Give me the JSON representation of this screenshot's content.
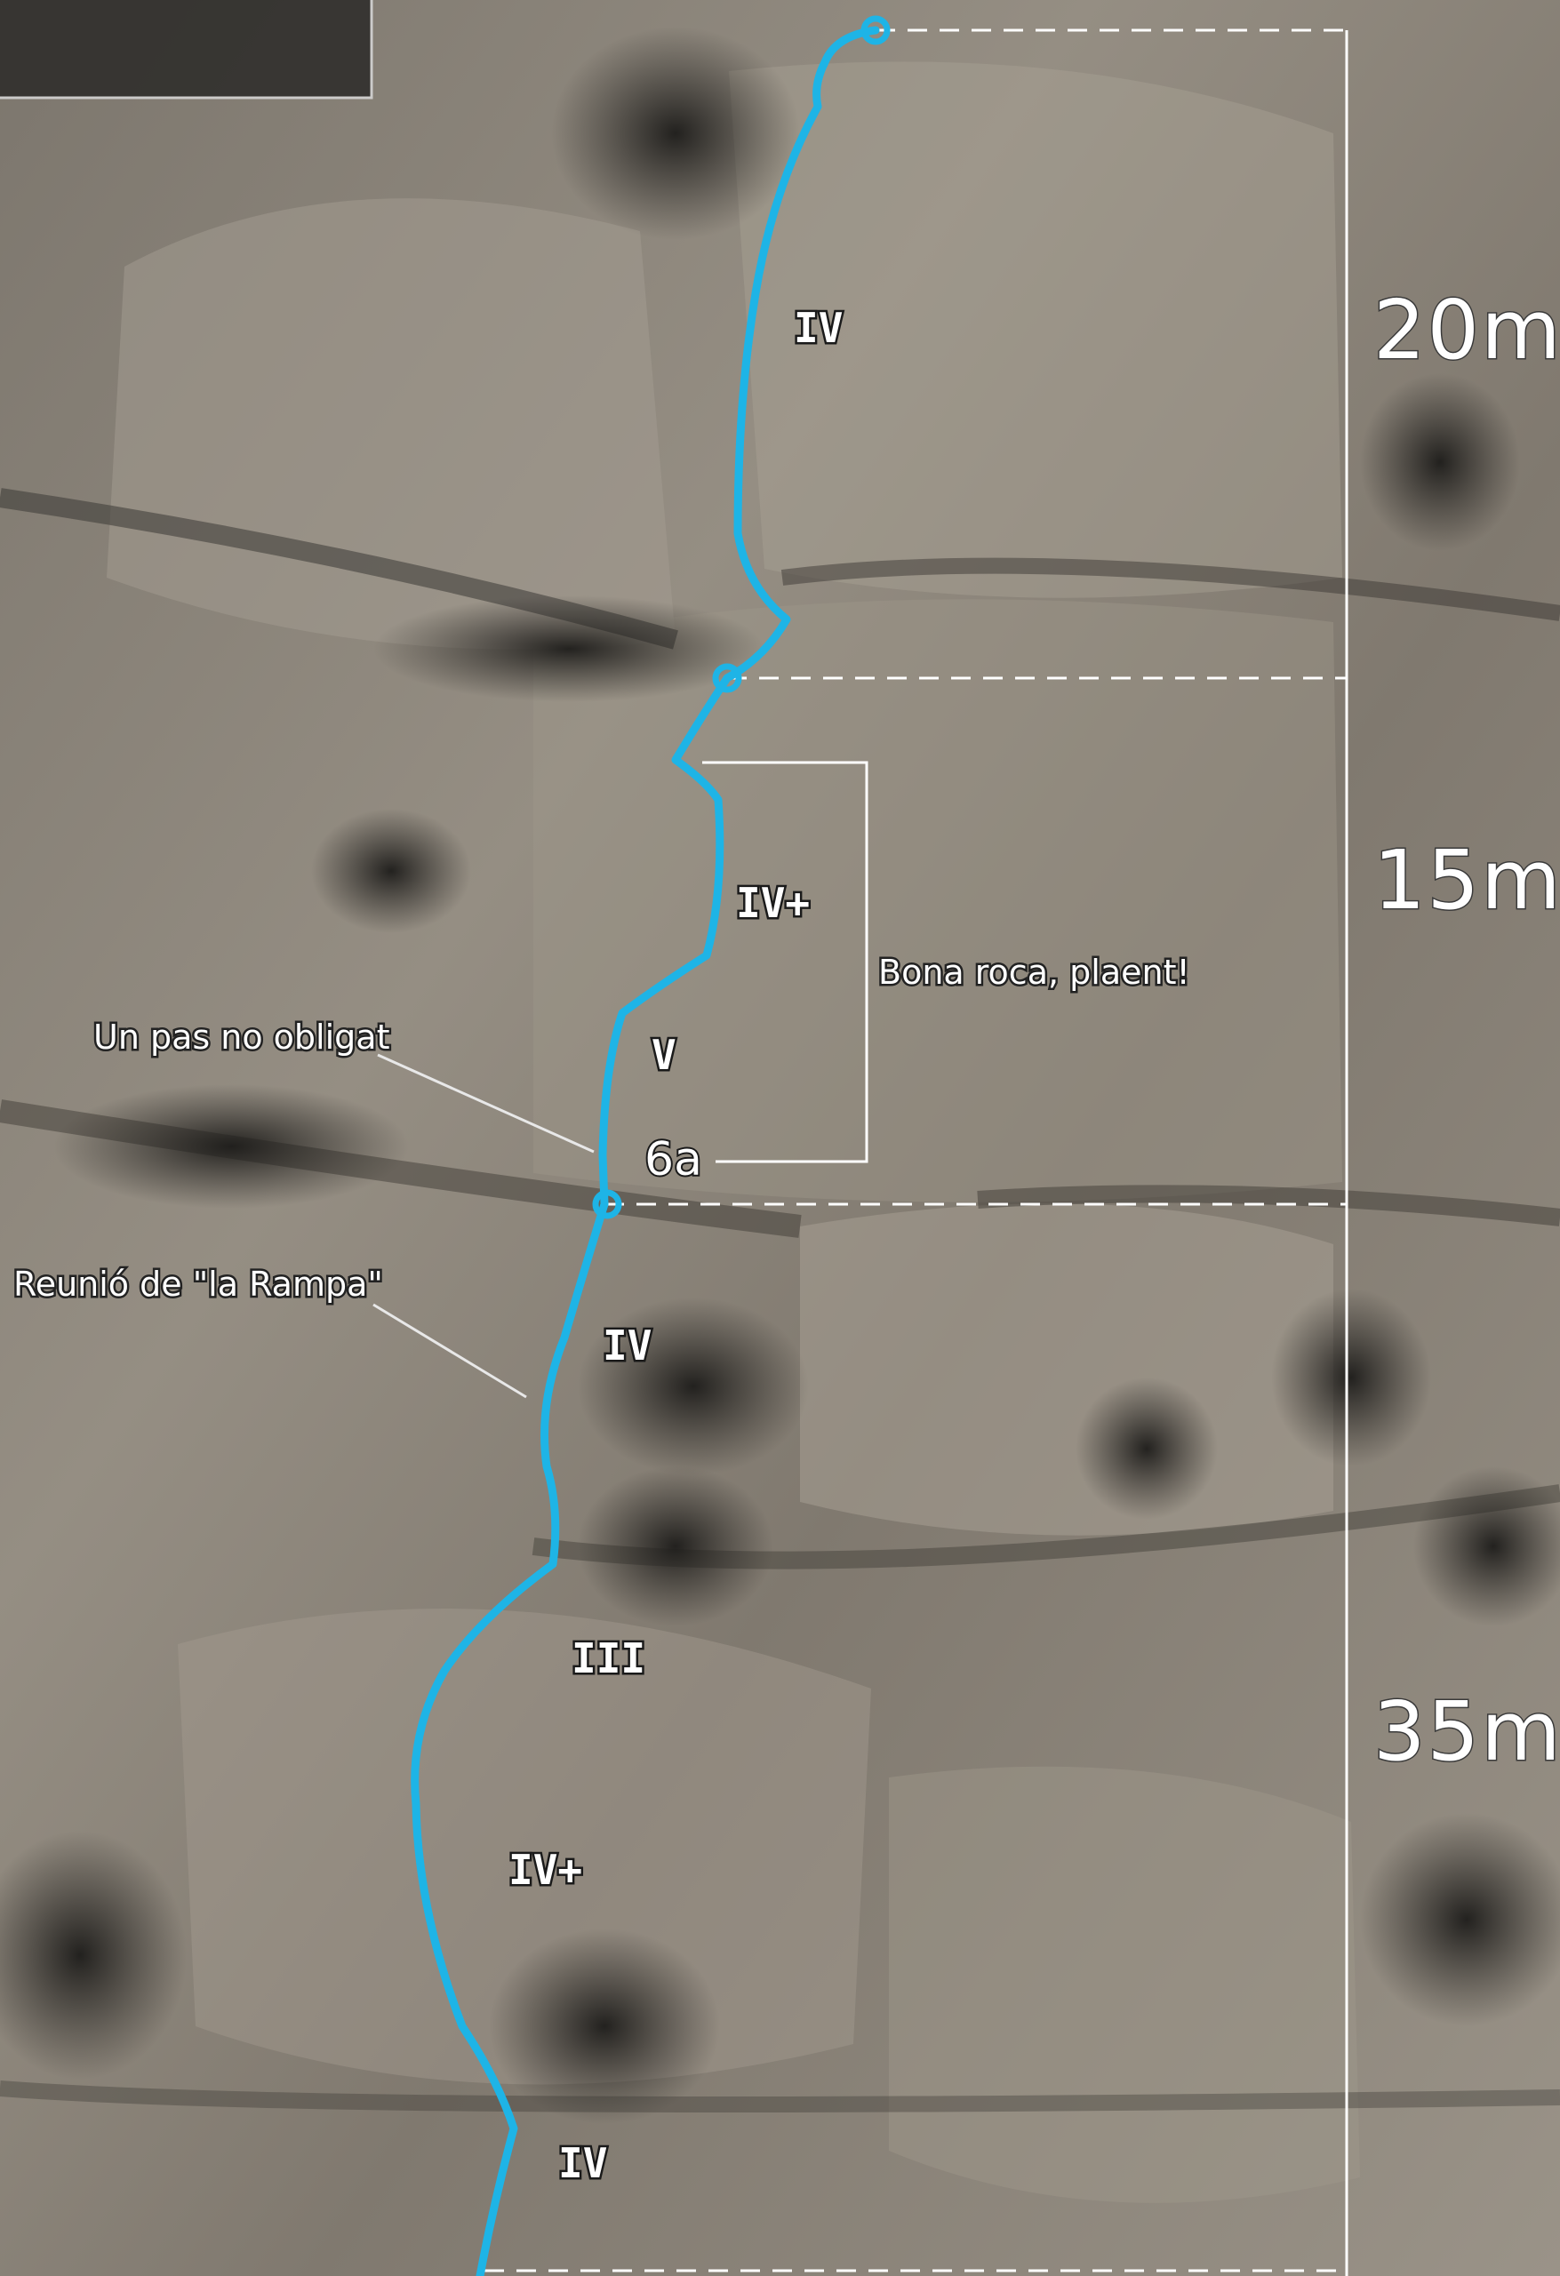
{
  "route": {
    "line_color": "#1eb4e6",
    "grades": [
      "IV",
      "IV+",
      "V",
      "6a",
      "IV",
      "III",
      "IV+",
      "IV"
    ],
    "annotations": {
      "optional_move": "Un pas no obligat",
      "belay_ramp": "Reunió de \"la Rampa\"",
      "good_rock": "Bona roca, plaent!"
    },
    "pitch_lengths": [
      "20m",
      "15m",
      "35m"
    ]
  }
}
